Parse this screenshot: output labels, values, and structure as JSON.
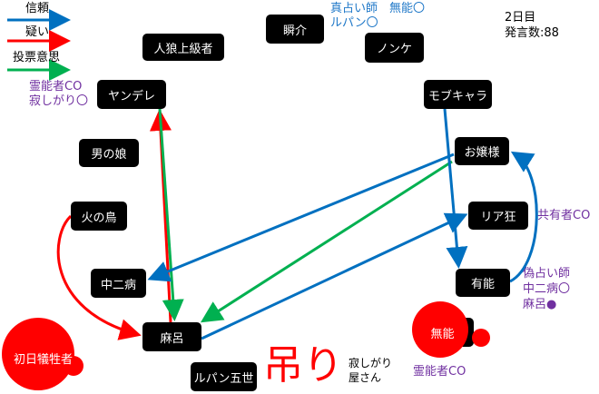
{
  "legend": [
    {
      "label": "信頼",
      "color": "#0070c0"
    },
    {
      "label": "疑い",
      "color": "#ff0000"
    },
    {
      "label": "投票意思",
      "color": "#00b050"
    }
  ],
  "status": {
    "day": "2日目",
    "posts": "発言数:88"
  },
  "nodes": {
    "shunsuke": "瞬介",
    "jinro": "人狼上級者",
    "nonke": "ノンケ",
    "yandere": "ヤンデレ",
    "mob": "モブキャラ",
    "otokonoko": "男の娘",
    "ojou": "お嬢様",
    "hinotori": "火の鳥",
    "riakyo": "リア狂",
    "chuni": "中二病",
    "yuno": "有能",
    "maro": "麻呂",
    "victim": "初日犠牲者",
    "lupin": "ルパン五世",
    "muno": "無能"
  },
  "notes": {
    "shunsuke": [
      "真占い師　無能〇",
      "ルパン〇"
    ],
    "yandere": [
      "霊能者CO",
      "寂しがり〇"
    ],
    "riakyo": "共有者CO",
    "yuno": [
      "偽占い師",
      "中二病〇",
      "麻呂●"
    ],
    "muno": "霊能者CO",
    "hanged": "吊り",
    "hanged_name": [
      "寂しがり",
      "屋さん"
    ]
  }
}
